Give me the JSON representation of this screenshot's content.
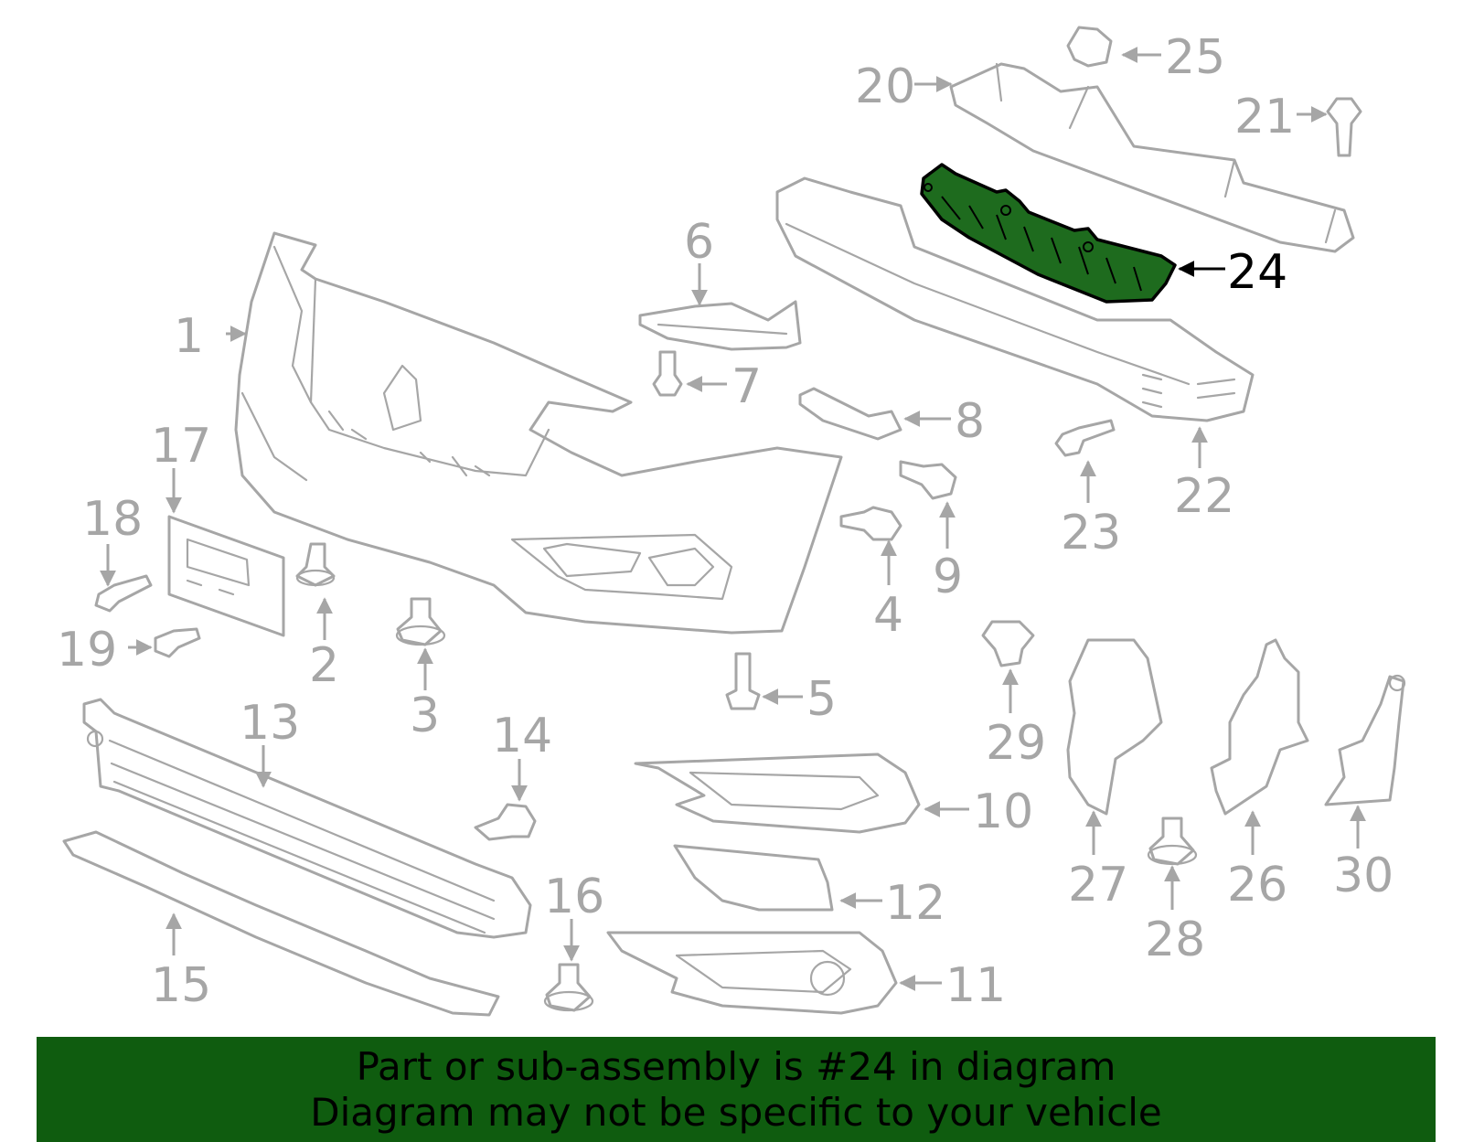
{
  "callouts": {
    "c1": "1",
    "c2": "2",
    "c3": "3",
    "c4": "4",
    "c5": "5",
    "c6": "6",
    "c7": "7",
    "c8": "8",
    "c9": "9",
    "c10": "10",
    "c11": "11",
    "c12": "12",
    "c13": "13",
    "c14": "14",
    "c15": "15",
    "c16": "16",
    "c17": "17",
    "c18": "18",
    "c19": "19",
    "c20": "20",
    "c21": "21",
    "c22": "22",
    "c23": "23",
    "c24": "24",
    "c25": "25",
    "c26": "26",
    "c27": "27",
    "c28": "28",
    "c29": "29",
    "c30": "30"
  },
  "highlighted_part": "24",
  "colors": {
    "highlight": "#1e6b1e",
    "banner": "#0f5c0f",
    "line": "#a6a6a6"
  },
  "banner": {
    "line1": "Part or sub-assembly is #24 in diagram",
    "line2": "Diagram may not be specific to your vehicle"
  }
}
